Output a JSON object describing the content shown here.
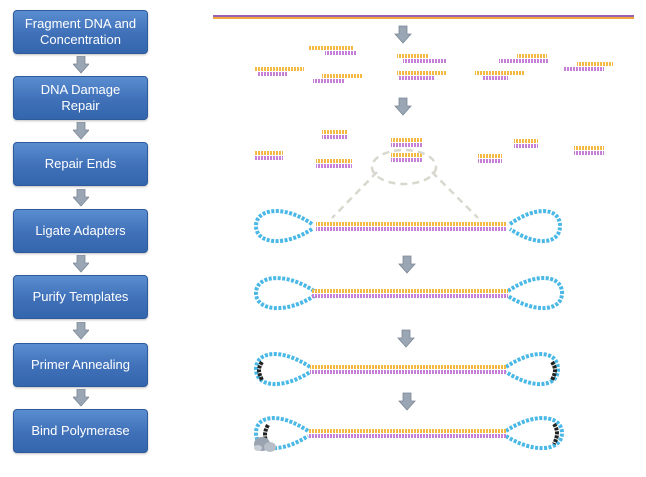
{
  "steps": [
    {
      "label": "Fragment DNA and Concentration"
    },
    {
      "label": "DNA Damage Repair"
    },
    {
      "label": "Repair Ends"
    },
    {
      "label": "Ligate Adapters"
    },
    {
      "label": "Purify Templates"
    },
    {
      "label": "Primer Annealing"
    },
    {
      "label": "Bind Polymerase"
    }
  ],
  "colors": {
    "step_fill": "#3f70b8",
    "arrow_fill": "#9aa6b4",
    "strand_top": "#f4b942",
    "strand_bottom": "#c57fd6",
    "hairpin": "#49b8e6",
    "primer": "#222222",
    "polymerase": "#9aa4b0",
    "long_strand_purple": "#9b5fb3",
    "long_strand_orange": "#f2a73a"
  }
}
